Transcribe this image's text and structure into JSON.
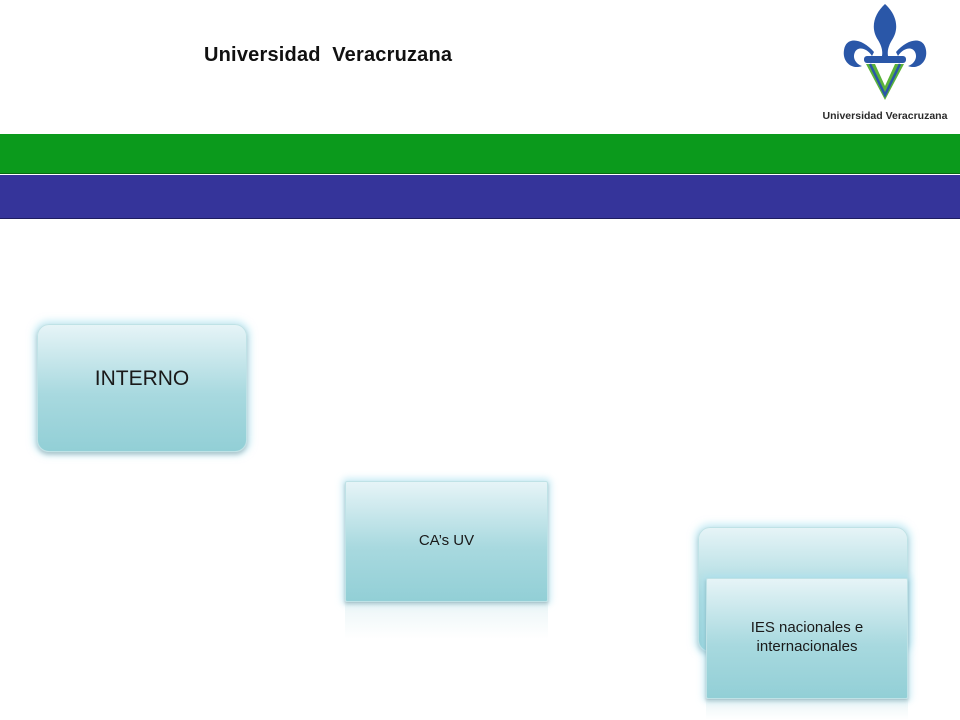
{
  "header": {
    "title": "Universidad  Veracruzana"
  },
  "logo": {
    "text": "Universidad Veracruzana",
    "icon": "uv-fleur-de-lis-logo",
    "colors": {
      "blue": "#2a57a8",
      "green": "#5bb33a"
    }
  },
  "bands": {
    "green": "#0b9a1c",
    "blue": "#35349a"
  },
  "diagram": {
    "nodes": [
      {
        "id": "interno",
        "label": "INTERNO"
      },
      {
        "id": "cas",
        "label": "CA’s UV"
      },
      {
        "id": "ies",
        "label": "IES nacionales e internacionales"
      }
    ]
  }
}
